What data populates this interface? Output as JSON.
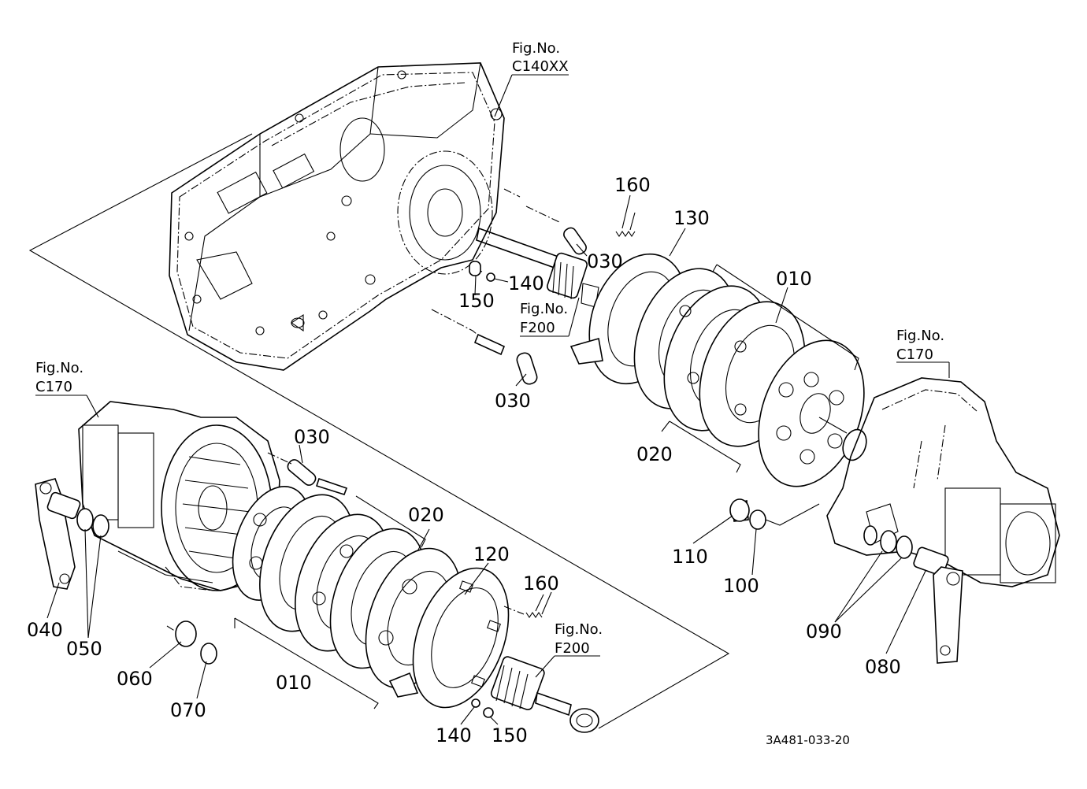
{
  "fig_refs": [
    {
      "id": "fig-c140xx",
      "line1": "Fig.No.",
      "line2": "C140XX"
    },
    {
      "id": "fig-f200-top",
      "line1": "Fig.No.",
      "line2": "F200"
    },
    {
      "id": "fig-c170-right",
      "line1": "Fig.No.",
      "line2": "C170"
    },
    {
      "id": "fig-c170-left",
      "line1": "Fig.No.",
      "line2": "C170"
    },
    {
      "id": "fig-f200-bottom",
      "line1": "Fig.No.",
      "line2": "F200"
    }
  ],
  "part_labels": [
    {
      "id": "p160-top",
      "text": "160"
    },
    {
      "id": "p130",
      "text": "130"
    },
    {
      "id": "p030-a",
      "text": "030"
    },
    {
      "id": "p140-top",
      "text": "140"
    },
    {
      "id": "p150-top",
      "text": "150"
    },
    {
      "id": "p010-top",
      "text": "010"
    },
    {
      "id": "p030-b",
      "text": "030"
    },
    {
      "id": "p020-top",
      "text": "020"
    },
    {
      "id": "p110",
      "text": "110"
    },
    {
      "id": "p100",
      "text": "100"
    },
    {
      "id": "p090",
      "text": "090"
    },
    {
      "id": "p080",
      "text": "080"
    },
    {
      "id": "p030-c",
      "text": "030"
    },
    {
      "id": "p020-bottom",
      "text": "020"
    },
    {
      "id": "p120",
      "text": "120"
    },
    {
      "id": "p160-bottom",
      "text": "160"
    },
    {
      "id": "p040",
      "text": "040"
    },
    {
      "id": "p050",
      "text": "050"
    },
    {
      "id": "p060",
      "text": "060"
    },
    {
      "id": "p070",
      "text": "070"
    },
    {
      "id": "p010-bottom",
      "text": "010"
    },
    {
      "id": "p140-bottom",
      "text": "140"
    },
    {
      "id": "p150-bottom",
      "text": "150"
    }
  ],
  "drawing_code": "3A481-033-20"
}
